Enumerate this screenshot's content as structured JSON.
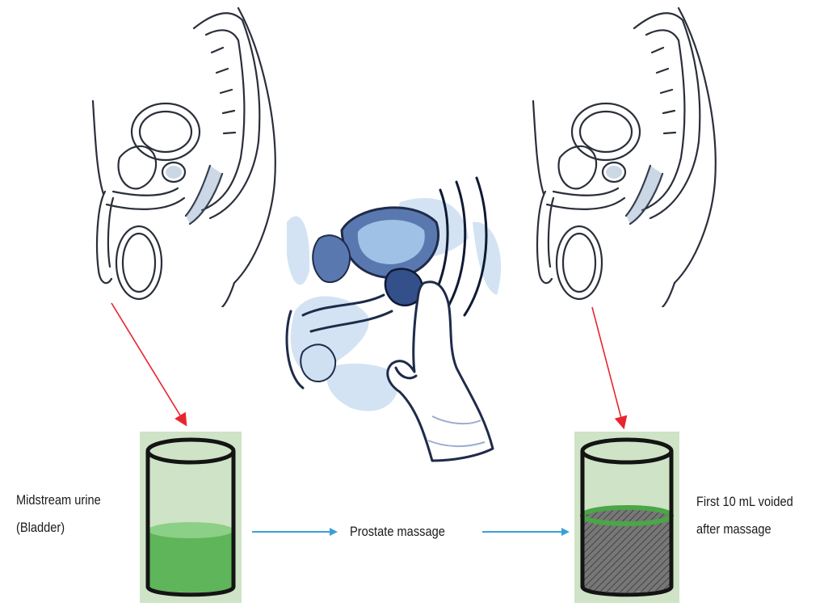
{
  "left_label": {
    "line1": "Midstream urine",
    "line2": "(Bladder)"
  },
  "middle_label": "Prostate massage",
  "right_label": {
    "line1": "First 10 mL voided",
    "line2": "after massage"
  },
  "colors": {
    "arrow_red": "#e8242f",
    "arrow_blue": "#3aa0d8",
    "fluid_green": "#5fb55a",
    "container_bg": "#cfe3c6",
    "anatomy_line": "#2a2f3a",
    "massage_blue": "#5a78b0"
  },
  "icons": [
    "pelvic-anatomy-illustration",
    "prostate-massage-illustration",
    "specimen-cup-icon"
  ]
}
